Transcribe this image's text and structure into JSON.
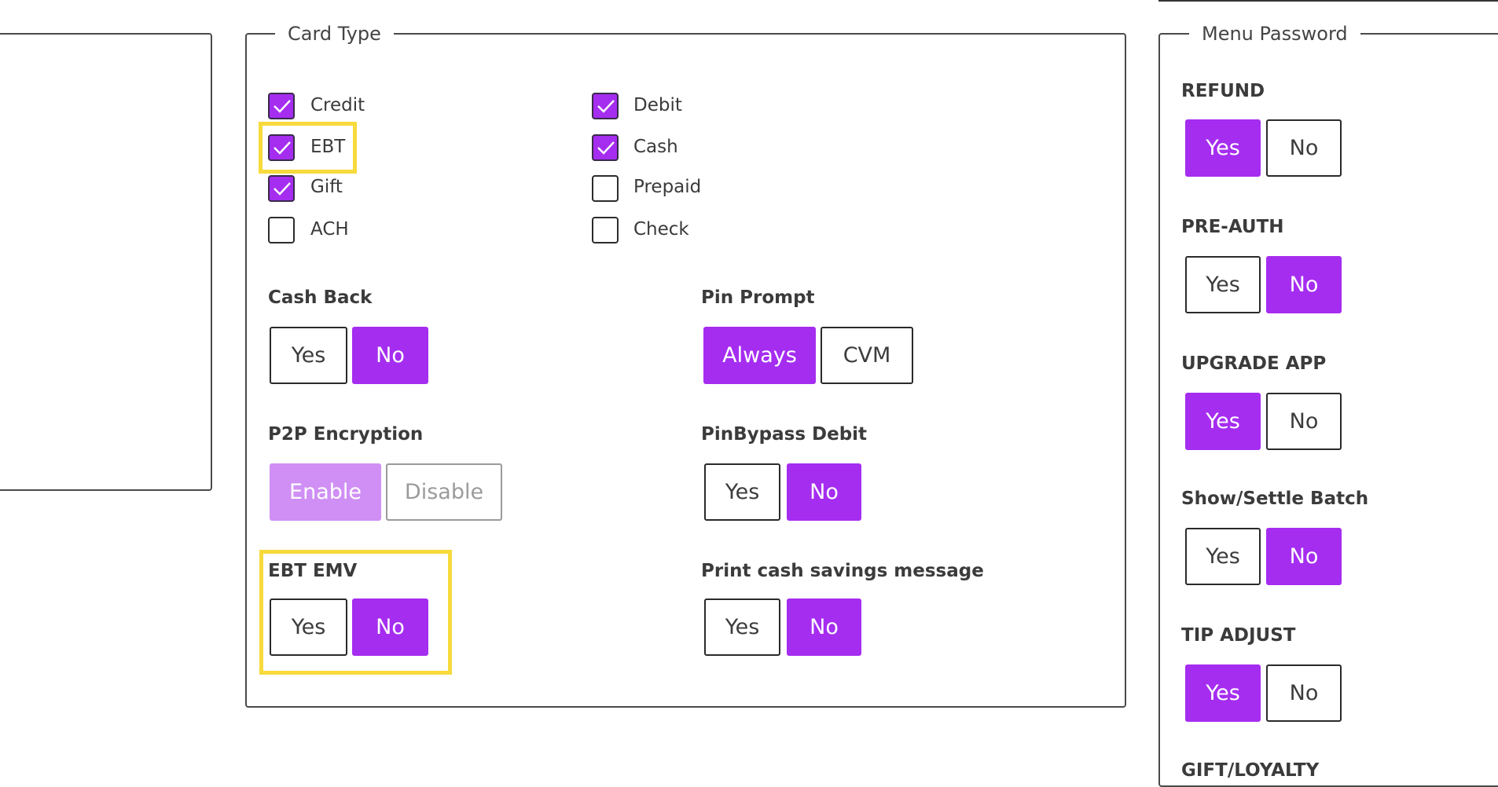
{
  "card_type": {
    "legend": "Card Type",
    "checkboxes": [
      {
        "label": "Credit",
        "checked": true
      },
      {
        "label": "Debit",
        "checked": true
      },
      {
        "label": "EBT",
        "checked": true
      },
      {
        "label": "Cash",
        "checked": true
      },
      {
        "label": "Gift",
        "checked": true
      },
      {
        "label": "Prepaid",
        "checked": false
      },
      {
        "label": "ACH",
        "checked": false
      },
      {
        "label": "Check",
        "checked": false
      }
    ],
    "cash_back": {
      "title": "Cash Back",
      "yes": "Yes",
      "no": "No",
      "selected": "No"
    },
    "pin_prompt": {
      "title": "Pin Prompt",
      "always": "Always",
      "cvm": "CVM",
      "selected": "Always"
    },
    "p2p_encryption": {
      "title": "P2P Encryption",
      "enable": "Enable",
      "disable": "Disable",
      "selected": "Enable",
      "disabled": true
    },
    "pinbypass_debit": {
      "title": "PinBypass Debit",
      "yes": "Yes",
      "no": "No",
      "selected": "No"
    },
    "ebt_emv": {
      "title": "EBT EMV",
      "yes": "Yes",
      "no": "No",
      "selected": "No"
    },
    "print_cash_savings": {
      "title": "Print cash savings message",
      "yes": "Yes",
      "no": "No",
      "selected": "No"
    }
  },
  "menu_password": {
    "legend": "Menu Password",
    "refund": {
      "title": "REFUND",
      "yes": "Yes",
      "no": "No",
      "selected": "Yes"
    },
    "pre_auth": {
      "title": "PRE-AUTH",
      "yes": "Yes",
      "no": "No",
      "selected": "No"
    },
    "upgrade_app": {
      "title": "UPGRADE APP",
      "yes": "Yes",
      "no": "No",
      "selected": "Yes"
    },
    "show_settle_batch": {
      "title": "Show/Settle Batch",
      "yes": "Yes",
      "no": "No",
      "selected": "No"
    },
    "tip_adjust": {
      "title": "TIP ADJUST",
      "yes": "Yes",
      "no": "No",
      "selected": "Yes"
    },
    "gift_loyalty": {
      "title": "GIFT/LOYALTY"
    }
  },
  "colors": {
    "accent": "#a52df0",
    "accent_disabled": "#cf8ff4",
    "highlight": "#f7da3c"
  },
  "icons": {
    "checkbox_mark": "checkmark-icon"
  }
}
